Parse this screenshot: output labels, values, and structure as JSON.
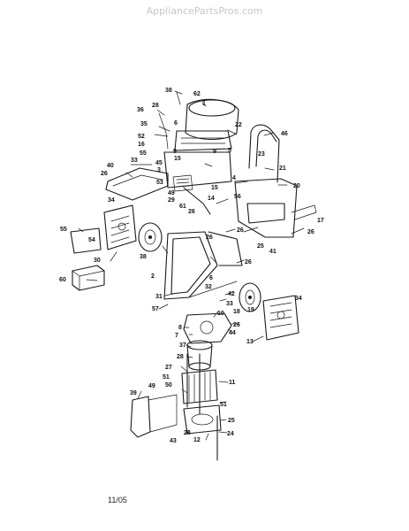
{
  "header": {
    "watermark": "AppliancePartsPros.com"
  },
  "footer": {
    "date_code": "11/05"
  },
  "callouts": [
    {
      "id": "c38a",
      "text": "38"
    },
    {
      "id": "c62",
      "text": "62"
    },
    {
      "id": "c1",
      "text": "1"
    },
    {
      "id": "c36",
      "text": "36"
    },
    {
      "id": "c28a",
      "text": "28"
    },
    {
      "id": "c6a",
      "text": "6"
    },
    {
      "id": "c35",
      "text": "35"
    },
    {
      "id": "c52",
      "text": "52"
    },
    {
      "id": "c16",
      "text": "16"
    },
    {
      "id": "c22",
      "text": "22"
    },
    {
      "id": "c46",
      "text": "46"
    },
    {
      "id": "c55a",
      "text": "55"
    },
    {
      "id": "c9a",
      "text": "9"
    },
    {
      "id": "c5",
      "text": "5"
    },
    {
      "id": "c23",
      "text": "23"
    },
    {
      "id": "c21",
      "text": "21"
    },
    {
      "id": "c33a",
      "text": "33"
    },
    {
      "id": "c15a",
      "text": "15"
    },
    {
      "id": "c45",
      "text": "45"
    },
    {
      "id": "c9b",
      "text": "9"
    },
    {
      "id": "c40",
      "text": "40"
    },
    {
      "id": "c26a",
      "text": "26"
    },
    {
      "id": "c3",
      "text": "3"
    },
    {
      "id": "c53",
      "text": "53"
    },
    {
      "id": "c4",
      "text": "4"
    },
    {
      "id": "c20",
      "text": "20"
    },
    {
      "id": "c49a",
      "text": "49"
    },
    {
      "id": "c15b",
      "text": "15"
    },
    {
      "id": "c29",
      "text": "29"
    },
    {
      "id": "c14",
      "text": "14"
    },
    {
      "id": "c61",
      "text": "61"
    },
    {
      "id": "c26b",
      "text": "26"
    },
    {
      "id": "c56",
      "text": "56"
    },
    {
      "id": "c34a",
      "text": "34"
    },
    {
      "id": "c17",
      "text": "17"
    },
    {
      "id": "c26c",
      "text": "26"
    },
    {
      "id": "c55b",
      "text": "55"
    },
    {
      "id": "c26d",
      "text": "26"
    },
    {
      "id": "c26e",
      "text": "26"
    },
    {
      "id": "c54",
      "text": "54"
    },
    {
      "id": "c25a",
      "text": "25"
    },
    {
      "id": "c41",
      "text": "41"
    },
    {
      "id": "c26f",
      "text": "26"
    },
    {
      "id": "c38b",
      "text": "38"
    },
    {
      "id": "c30",
      "text": "30"
    },
    {
      "id": "c2",
      "text": "2"
    },
    {
      "id": "c60",
      "text": "60"
    },
    {
      "id": "c6b",
      "text": "6"
    },
    {
      "id": "c32",
      "text": "32"
    },
    {
      "id": "c42",
      "text": "42"
    },
    {
      "id": "c34b",
      "text": "34"
    },
    {
      "id": "c31",
      "text": "31"
    },
    {
      "id": "c33b",
      "text": "33"
    },
    {
      "id": "c18",
      "text": "18"
    },
    {
      "id": "c19",
      "text": "19"
    },
    {
      "id": "c57",
      "text": "57"
    },
    {
      "id": "c10",
      "text": "10"
    },
    {
      "id": "c26g",
      "text": "26"
    },
    {
      "id": "c8",
      "text": "8"
    },
    {
      "id": "c7",
      "text": "7"
    },
    {
      "id": "c44",
      "text": "44"
    },
    {
      "id": "c13",
      "text": "13"
    },
    {
      "id": "c37",
      "text": "37"
    },
    {
      "id": "c28b",
      "text": "28"
    },
    {
      "id": "c27",
      "text": "27"
    },
    {
      "id": "c51a",
      "text": "51"
    },
    {
      "id": "c11",
      "text": "11"
    },
    {
      "id": "c49b",
      "text": "49"
    },
    {
      "id": "c50",
      "text": "50"
    },
    {
      "id": "c39",
      "text": "39"
    },
    {
      "id": "c51b",
      "text": "51"
    },
    {
      "id": "c28c",
      "text": "28"
    },
    {
      "id": "c25b",
      "text": "25"
    },
    {
      "id": "c43",
      "text": "43"
    },
    {
      "id": "c12",
      "text": "12"
    },
    {
      "id": "c24",
      "text": "24"
    }
  ]
}
